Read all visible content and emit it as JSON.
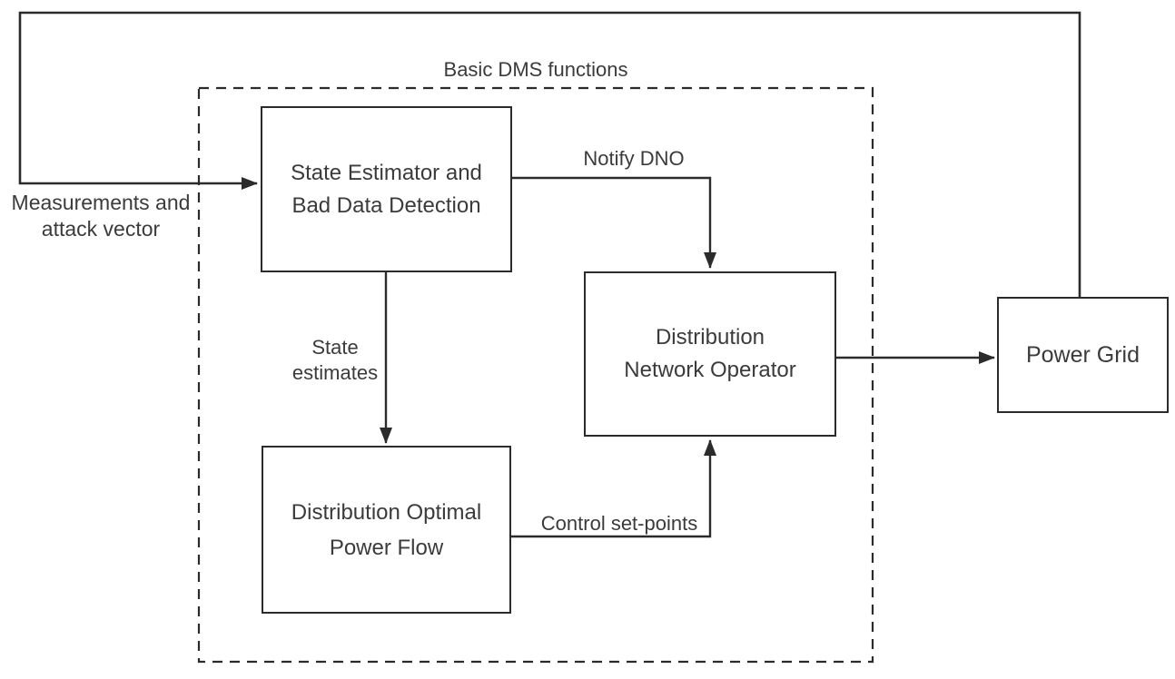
{
  "frame": {
    "title": "Basic DMS functions"
  },
  "nodes": {
    "state_estimator": {
      "line1": "State Estimator and",
      "line2": "Bad Data Detection"
    },
    "dno": {
      "line1": "Distribution",
      "line2": "Network Operator"
    },
    "dopf": {
      "line1": "Distribution Optimal",
      "line2": "Power Flow"
    },
    "power_grid": {
      "label": "Power Grid"
    }
  },
  "edges": {
    "measurements": {
      "line1": "Measurements and",
      "line2": "attack vector"
    },
    "notify_dno": {
      "label": "Notify DNO"
    },
    "state_estimates": {
      "line1": "State",
      "line2": "estimates"
    },
    "control": {
      "label": "Control set-points"
    }
  },
  "colors": {
    "line": "#2b2b2b",
    "text": "#3b3b3b",
    "background": "#ffffff"
  }
}
